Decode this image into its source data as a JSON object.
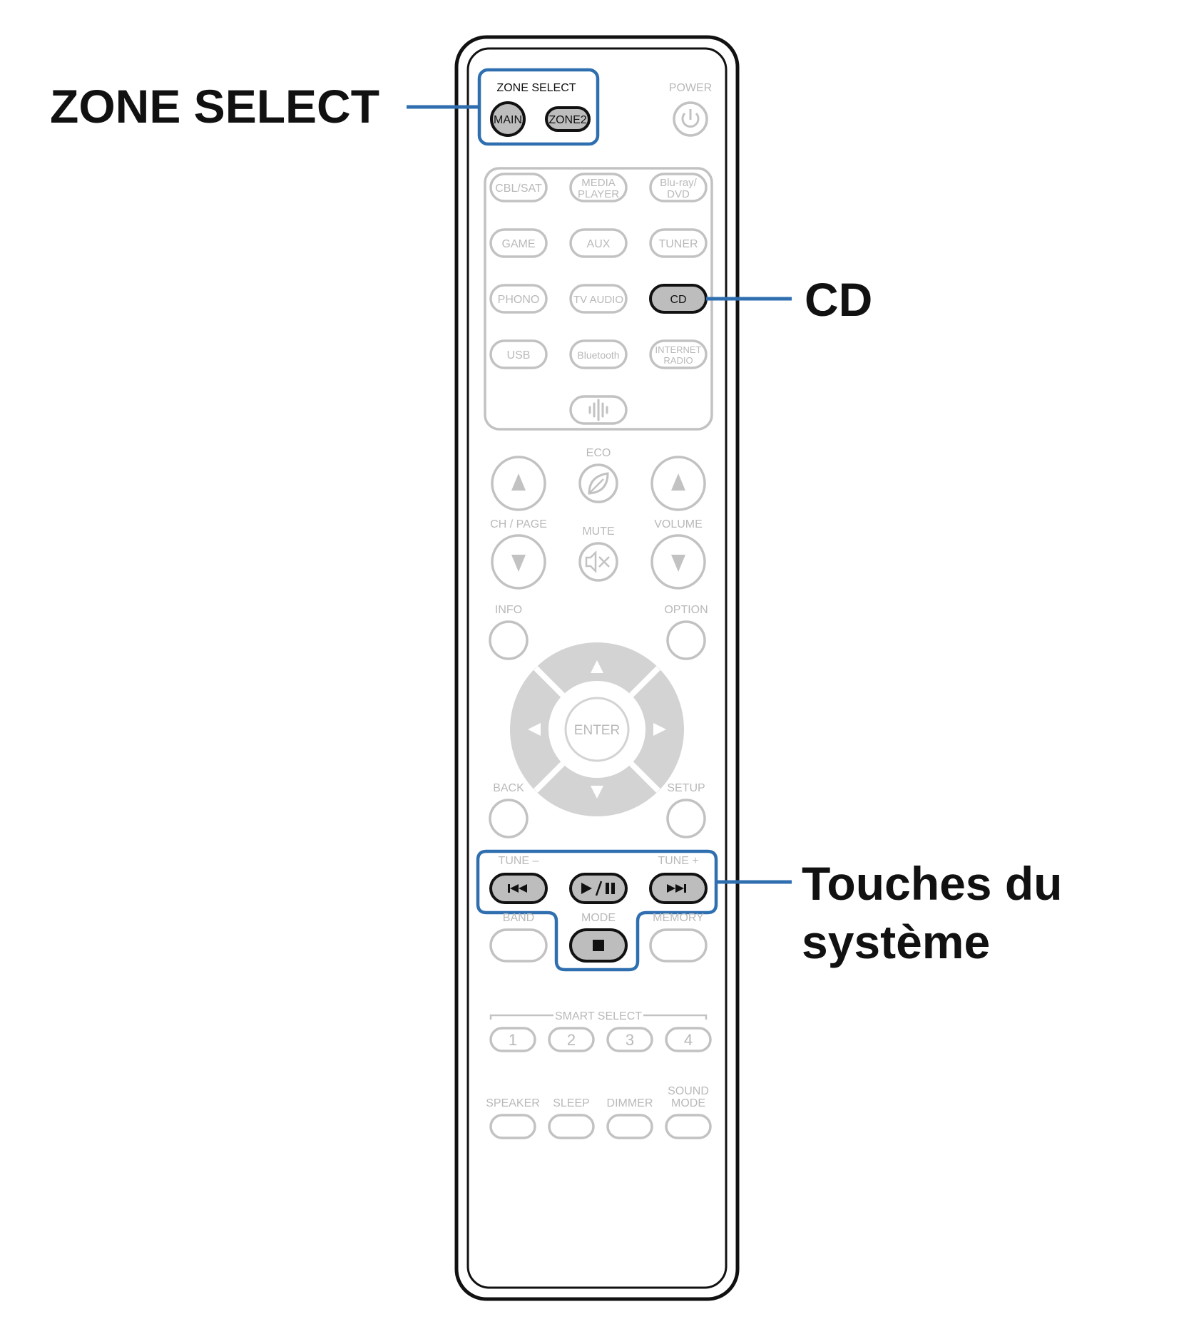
{
  "callouts": {
    "zone_select": "ZONE SELECT",
    "cd": "CD",
    "system_line1": "Touches du",
    "system_line2": "système"
  },
  "remote": {
    "zone_select_label": "ZONE SELECT",
    "main": "MAIN",
    "zone2": "ZONE2",
    "power": "POWER",
    "sources": {
      "cbl_sat": "CBL/SAT",
      "media_player_1": "MEDIA",
      "media_player_2": "PLAYER",
      "bluray_1": "Blu-ray/",
      "bluray_2": "DVD",
      "game": "GAME",
      "aux": "AUX",
      "tuner": "TUNER",
      "phono": "PHONO",
      "tv_audio": "TV AUDIO",
      "cd": "CD",
      "usb": "USB",
      "bluetooth": "Bluetooth",
      "internet_radio_1": "INTERNET",
      "internet_radio_2": "RADIO"
    },
    "eco": "ECO",
    "ch_page": "CH / PAGE",
    "mute": "MUTE",
    "volume": "VOLUME",
    "info": "INFO",
    "option": "OPTION",
    "enter": "ENTER",
    "back": "BACK",
    "setup": "SETUP",
    "tune_minus": "TUNE –",
    "tune_plus": "TUNE +",
    "band": "BAND",
    "mode": "MODE",
    "memory": "MEMORY",
    "smart_select": "SMART SELECT",
    "smart_1": "1",
    "smart_2": "2",
    "smart_3": "3",
    "smart_4": "4",
    "speaker": "SPEAKER",
    "sleep": "SLEEP",
    "dimmer": "DIMMER",
    "sound_mode_1": "SOUND",
    "sound_mode_2": "MODE"
  },
  "colors": {
    "highlight": "#2f6fb0",
    "inactive": "#c2c2c2",
    "active_fill": "#bdbdbd"
  }
}
